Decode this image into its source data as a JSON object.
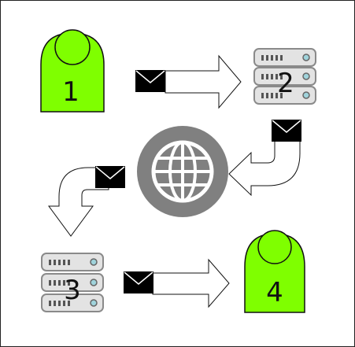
{
  "colors": {
    "person_fill": "#7fff00",
    "outline": "#111111",
    "globe": "#808080",
    "server_body": "#e3e3e3",
    "server_led": "#9fd3db",
    "envelope": "#000000",
    "arrow_fill": "#ffffff"
  },
  "nodes": [
    {
      "id": "user-1",
      "type": "person",
      "label": "1"
    },
    {
      "id": "server-2",
      "type": "server",
      "label": "2"
    },
    {
      "id": "internet",
      "type": "globe",
      "label": ""
    },
    {
      "id": "server-3",
      "type": "server",
      "label": "3"
    },
    {
      "id": "user-4",
      "type": "person",
      "label": "4"
    }
  ],
  "edges": [
    {
      "from": "user-1",
      "to": "server-2",
      "icon": "envelope-icon"
    },
    {
      "from": "server-2",
      "to": "internet",
      "icon": "envelope-icon"
    },
    {
      "from": "internet",
      "to": "server-3",
      "icon": "envelope-icon"
    },
    {
      "from": "server-3",
      "to": "user-4",
      "icon": "envelope-icon"
    }
  ]
}
